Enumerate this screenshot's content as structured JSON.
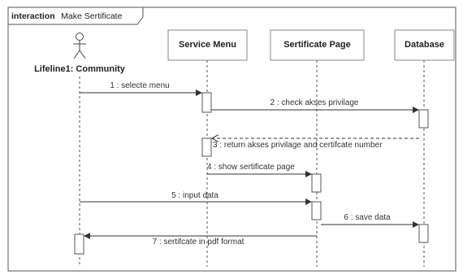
{
  "frame": {
    "keyword": "interaction",
    "name": "Make Sertificate"
  },
  "actor": {
    "label": "Lifeline1: Community"
  },
  "participants": [
    {
      "label": "Service Menu"
    },
    {
      "label": "Sertificate Page"
    },
    {
      "label": "Database"
    }
  ],
  "messages": [
    {
      "label": "1 : selecte menu",
      "type": "sync"
    },
    {
      "label": "2 : check akses privilage",
      "type": "sync"
    },
    {
      "label": "3 : return akses privilage and certifcate number",
      "type": "return"
    },
    {
      "label": "4 : show sertificate page",
      "type": "sync"
    },
    {
      "label": "5 : input data",
      "type": "sync"
    },
    {
      "label": "6 : save data",
      "type": "sync"
    },
    {
      "label": "7 : sertifcate in pdf format",
      "type": "sync"
    }
  ]
}
